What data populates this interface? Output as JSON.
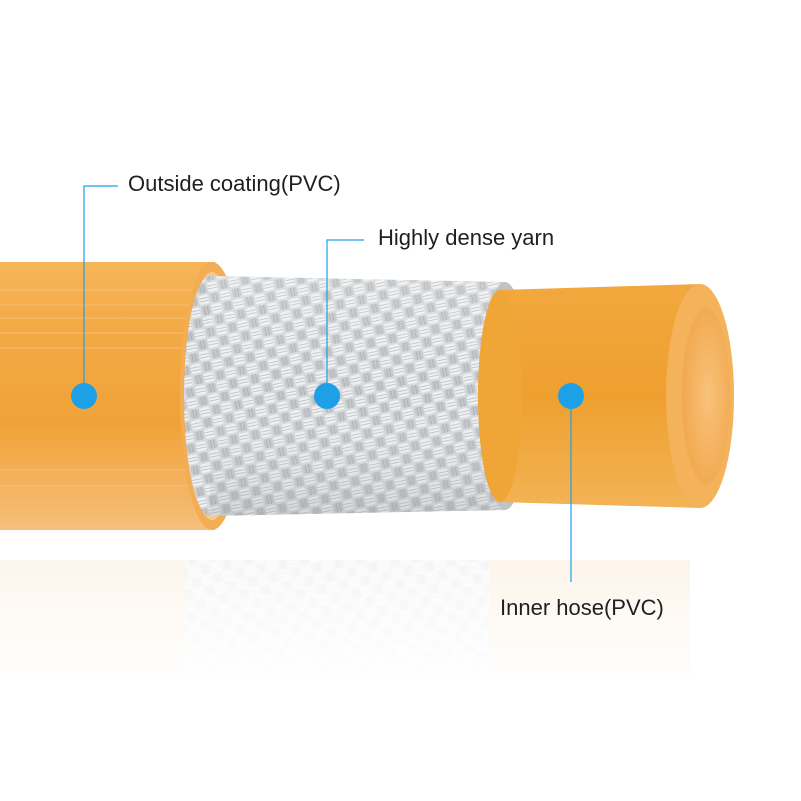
{
  "callouts": {
    "outside_coating": "Outside coating(PVC)",
    "yarn": "Highly dense yarn",
    "inner_hose": "Inner hose(PVC)"
  },
  "colors": {
    "orange": "#f0a33a",
    "orange_light": "#f7c176",
    "braid": "#d6d9db",
    "accent": "#1ea0e6"
  }
}
